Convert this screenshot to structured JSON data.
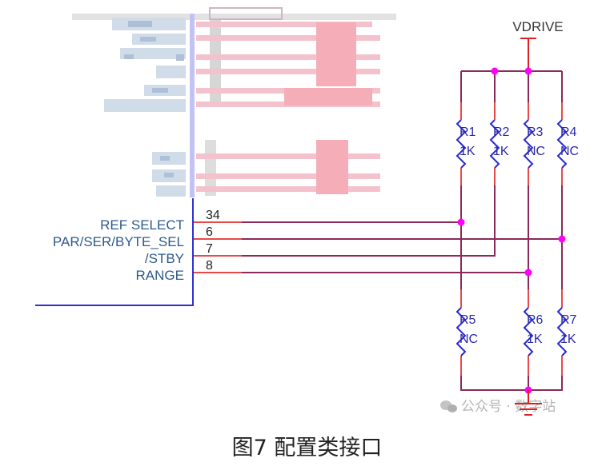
{
  "caption": "图7 配置类接口",
  "colors": {
    "wire": "#8a2a5a",
    "pin_stub": "#e84a4a",
    "junction": "#ff00ff",
    "component_body": "#2a2ad0",
    "ic_outline": "#3030d0",
    "pin_label": "#2c5a8c",
    "power_symbol": "#e02020"
  },
  "power": {
    "net": "VDRIVE"
  },
  "ic_pins": [
    {
      "name": "REF SELECT",
      "number": "34"
    },
    {
      "name": "PAR/SER/BYTE_SEL",
      "number": "6"
    },
    {
      "name": "/STBY",
      "number": "7"
    },
    {
      "name": "RANGE",
      "number": "8"
    }
  ],
  "resistors_top": [
    {
      "ref": "R1",
      "value": "1K"
    },
    {
      "ref": "R2",
      "value": "1K"
    },
    {
      "ref": "R3",
      "value": "NC"
    },
    {
      "ref": "R4",
      "value": "NC"
    }
  ],
  "resistors_bottom": [
    {
      "ref": "R5",
      "value": "NC"
    },
    {
      "ref": "R6",
      "value": "1K"
    },
    {
      "ref": "R7",
      "value": "1K"
    }
  ],
  "ground": {
    "symbol": "ground-icon"
  },
  "watermark": {
    "icon": "wechat-icon",
    "text": "公众号 · 数字站"
  },
  "blurred_region": {
    "description": "pixelated/obscured upper pin list"
  }
}
